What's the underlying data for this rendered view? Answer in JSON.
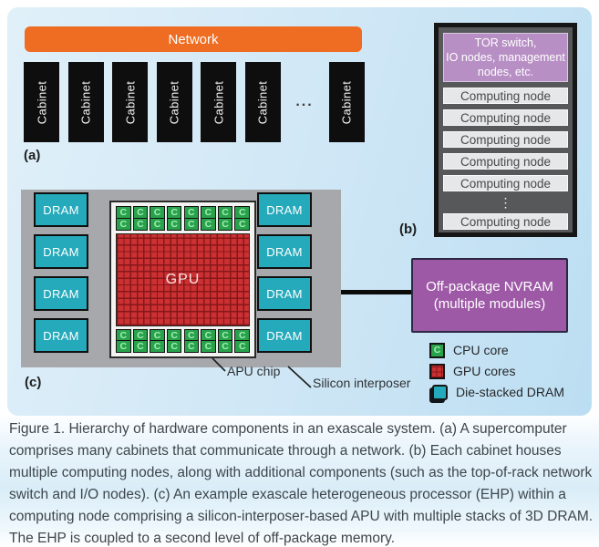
{
  "figure": {
    "a": {
      "label": "(a)",
      "network": "Network",
      "cabinets": [
        "Cabinet",
        "Cabinet",
        "Cabinet",
        "Cabinet",
        "Cabinet",
        "Cabinet"
      ],
      "ellipsis": "...",
      "last_cabinet": "Cabinet"
    },
    "b": {
      "label": "(b)",
      "header_lines": [
        "TOR switch,",
        "IO nodes, management",
        "nodes, etc."
      ],
      "nodes_top": [
        "Computing node",
        "Computing node",
        "Computing node",
        "Computing node",
        "Computing node"
      ],
      "ellipsis": "⋮",
      "nodes_bottom": [
        "Computing node"
      ]
    },
    "c": {
      "label": "(c)",
      "dram_left": [
        "DRAM",
        "DRAM",
        "DRAM",
        "DRAM"
      ],
      "dram_right": [
        "DRAM",
        "DRAM",
        "DRAM",
        "DRAM"
      ],
      "core_letters": [
        "C",
        "C",
        "C",
        "C",
        "C",
        "C",
        "C",
        "C"
      ],
      "gpu": "GPU",
      "apu_chip_label": "APU chip",
      "interposer_label": "Silicon interposer"
    },
    "nvram": {
      "line1": "Off-package NVRAM",
      "line2": "(multiple modules)"
    },
    "legend": [
      {
        "icon": "cpu-core-icon",
        "symbol": "C",
        "label": "CPU core"
      },
      {
        "icon": "gpu-cores-icon",
        "label": "GPU cores"
      },
      {
        "icon": "die-stacked-dram-icon",
        "label": "Die-stacked DRAM"
      }
    ]
  },
  "caption": "Figure 1. Hierarchy of hardware components in an exascale system. (a) A supercomputer comprises many cabinets that communicate through a network. (b) Each cabinet houses multiple computing nodes, along with additional components (such as the top-of-rack network switch and I/O nodes). (c) An example exascale heterogeneous processor (EHP) within a computing node comprising a silicon-interposer-based APU with multiple stacks of 3D DRAM. The EHP is coupled to a second level of off-package memory.",
  "colors": {
    "network_orange": "#ef6d22",
    "cabinet_black": "#0e0e0e",
    "rack_dark_gray": "#57585a",
    "tor_purple": "#b78fc4",
    "computing_node_gray": "#e6e7e8",
    "nvram_purple": "#9d59a6",
    "dram_teal": "#25aabb",
    "cpu_core_green": "#28a24b",
    "gpu_red": "#cb3033",
    "interposer_gray": "#a6a8ab",
    "panel_blue": "#cde6f5"
  }
}
